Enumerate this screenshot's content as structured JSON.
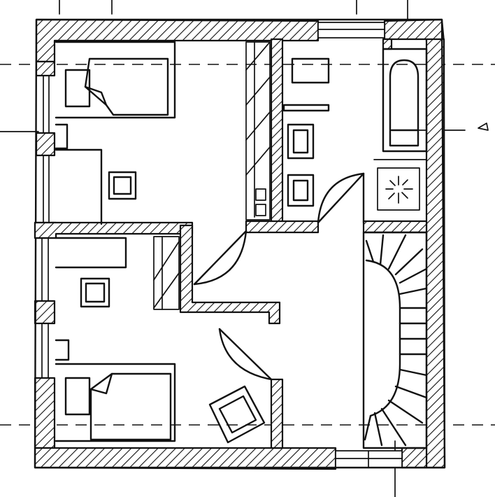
{
  "drawing": {
    "style": "hand-drawn pen sketch",
    "ink_color": "#111111",
    "paper_color": "#ffffff",
    "wall_fill": "diagonal hatch"
  },
  "rooms": [
    {
      "id": "bedroom-upper",
      "furniture": [
        "bed",
        "nightstand",
        "chair"
      ]
    },
    {
      "id": "bedroom-lower",
      "furniture": [
        "bed",
        "nightstand",
        "armchair"
      ]
    },
    {
      "id": "hallway",
      "furniture": []
    },
    {
      "id": "bathroom",
      "furniture": [
        "bathtub",
        "sink",
        "toilet",
        "washbasin",
        "shower-drain"
      ]
    },
    {
      "id": "staircase",
      "furniture": [
        "spiral-stairs"
      ]
    }
  ],
  "symbols": {
    "north_marker": "triangle-marker"
  }
}
